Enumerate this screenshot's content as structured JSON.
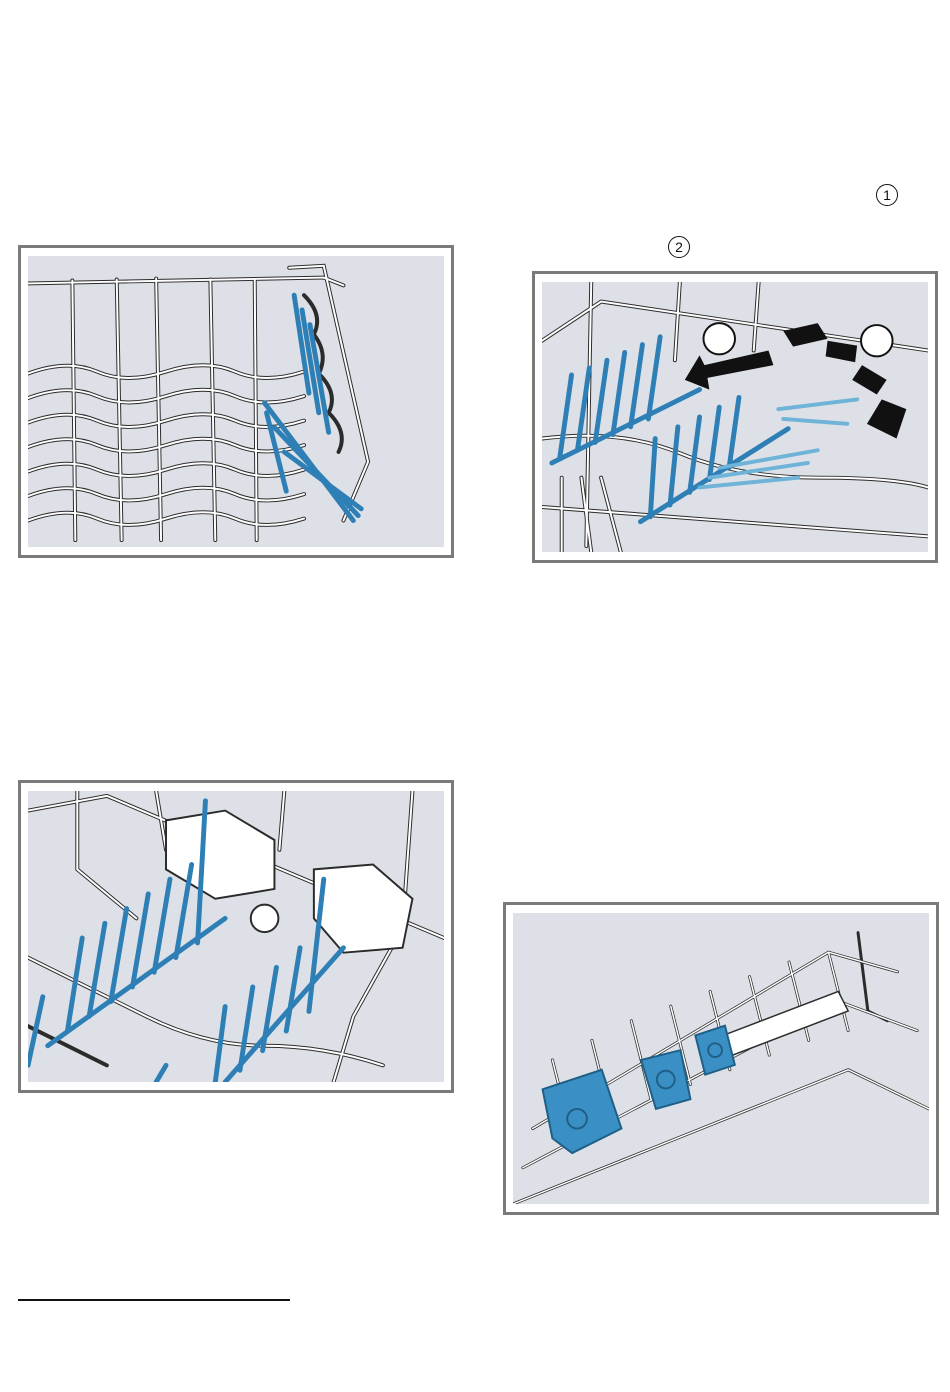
{
  "callouts": {
    "step1": "1",
    "step2": "2"
  },
  "figures": [
    {
      "name": "upper-rack-fold-down-tines",
      "icon": "rack-illustration"
    },
    {
      "name": "removable-tine-row-arrows",
      "icon": "rack-illustration"
    },
    {
      "name": "tine-rows-closeup",
      "icon": "rack-illustration"
    },
    {
      "name": "cutlery-rack-holders",
      "icon": "rack-illustration"
    }
  ],
  "colors": {
    "frame": "#7a7a7a",
    "panel": "#dde0e6",
    "wire": "#ffffff",
    "wire_outline": "#2b2b2b",
    "tine_blue": "#2e7fb5",
    "tine_light": "#6fb3d8",
    "arrow": "#111111"
  }
}
